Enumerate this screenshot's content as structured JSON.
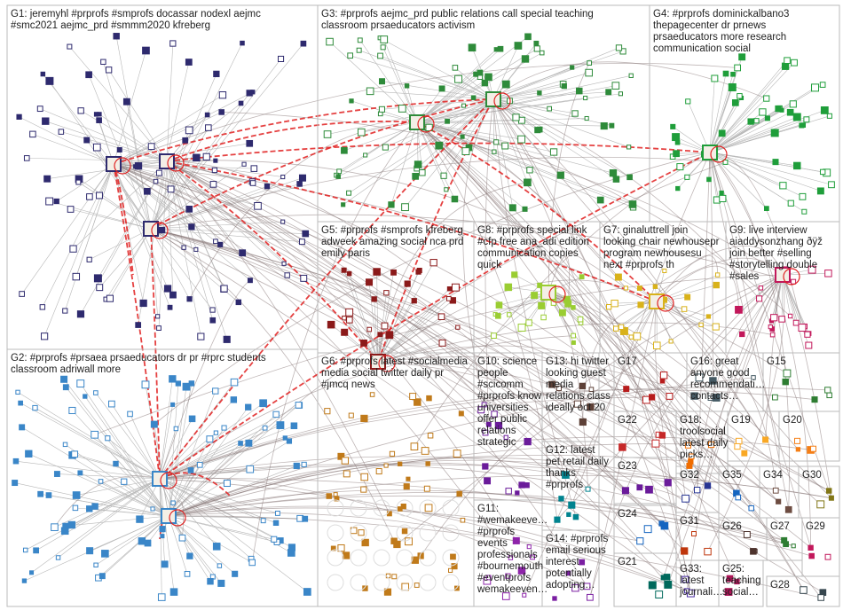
{
  "groups": [
    {
      "id": "G1",
      "lines": [
        "G1: jeremyhl #prprofs #smprofs docassar nodexl aejmc",
        "#smc2021 aejmc_prd #smmm2020 kfreberg"
      ],
      "color": "#2e2a6e"
    },
    {
      "id": "G2",
      "lines": [
        "G2: #prprofs #prsaea prsaeducators dr pr #rprc students",
        "classroom adriwall more"
      ],
      "color": "#3a86c8"
    },
    {
      "id": "G3",
      "lines": [
        "G3: #prprofs aejmc_prd public relations call special teaching",
        "classroom prsaeducators activism"
      ],
      "color": "#2e8b3a"
    },
    {
      "id": "G4",
      "lines": [
        "G4: #prprofs dominickalbano3",
        "thepagecenter dr prnews",
        "prsaeducators more research",
        "communication social"
      ],
      "color": "#1f9e3a"
    },
    {
      "id": "G5",
      "lines": [
        "G5: #prprofs #smprofs kfreberg",
        "adweek amazing social nca prd",
        "emily paris"
      ],
      "color": "#8b1a1a"
    },
    {
      "id": "G6",
      "lines": [
        "G6: #prprofs latest #socialmedia",
        "media social twitter daily pr",
        "#jmcq news"
      ],
      "color": "#c07a1a"
    },
    {
      "id": "G7",
      "lines": [
        "G7: ginaluttrell join",
        "looking chair newhousepr",
        "program newhousesu",
        "next #prprofs th"
      ],
      "color": "#d9b21a"
    },
    {
      "id": "G8",
      "lines": [
        "G8: #prprofs special link",
        "#cfp free ana_adi edition",
        "communication copies",
        "quick"
      ],
      "color": "#9acd32"
    },
    {
      "id": "G9",
      "lines": [
        "G9: live interview",
        "aiaddysonzhang ðÿž",
        "join better #selling",
        "#storytelling double",
        "#sales"
      ],
      "color": "#c2185b"
    },
    {
      "id": "G10",
      "lines": [
        "G10: science",
        "people",
        "#scicomm",
        "#prprofs know",
        "universities",
        "offer public",
        "relations",
        "strategic"
      ],
      "color": "#6a1b9a"
    },
    {
      "id": "G11",
      "lines": [
        "G11:",
        "#wemakeeve…",
        "#prprofs",
        "events",
        "professionals",
        "#bournemouth",
        "#eventprofs",
        "wemakeeven…"
      ],
      "color": "#8e24aa"
    },
    {
      "id": "G12",
      "lines": [
        "G12: latest",
        "pet retail daily",
        "thanks",
        "#prprofs"
      ],
      "color": "#00838f"
    },
    {
      "id": "G13",
      "lines": [
        "G13: hi twitter",
        "looking guest",
        "media",
        "relations class",
        "ideally oct 20"
      ],
      "color": "#5d4037"
    },
    {
      "id": "G14",
      "lines": [
        "G14: #prprofs",
        "email serious",
        "interest",
        "potentially",
        "adopting…"
      ],
      "color": "#7b1fa2"
    },
    {
      "id": "G15",
      "lines": [
        "G15"
      ],
      "color": "#2e7d32"
    },
    {
      "id": "G16",
      "lines": [
        "G16: great",
        "anyone good",
        "recommendati…",
        "contacts…"
      ],
      "color": "#455a64"
    },
    {
      "id": "G17",
      "lines": [
        "G17"
      ],
      "color": "#b71c1c"
    },
    {
      "id": "G18",
      "lines": [
        "G18:",
        "troolsocial",
        "latest daily",
        "picks…"
      ],
      "color": "#ef6c00"
    },
    {
      "id": "G19",
      "lines": [
        "G19"
      ],
      "color": "#f9a825"
    },
    {
      "id": "G20",
      "lines": [
        "G20"
      ],
      "color": "#f57f17"
    },
    {
      "id": "G21",
      "lines": [
        "G21"
      ],
      "color": "#00695c"
    },
    {
      "id": "G22",
      "lines": [
        "G22"
      ],
      "color": "#c62828"
    },
    {
      "id": "G23",
      "lines": [
        "G23"
      ],
      "color": "#6a1b9a"
    },
    {
      "id": "G24",
      "lines": [
        "G24"
      ],
      "color": "#1565c0"
    },
    {
      "id": "G25",
      "lines": [
        "G25:",
        "teaching",
        "social…"
      ],
      "color": "#ad1457"
    },
    {
      "id": "G26",
      "lines": [
        "G26"
      ],
      "color": "#4e342e"
    },
    {
      "id": "G27",
      "lines": [
        "G27"
      ],
      "color": "#2e7d32"
    },
    {
      "id": "G28",
      "lines": [
        "G28"
      ],
      "color": "#37474f"
    },
    {
      "id": "G29",
      "lines": [
        "G29"
      ],
      "color": "#c2185b"
    },
    {
      "id": "G30",
      "lines": [
        "G30"
      ],
      "color": "#827717"
    },
    {
      "id": "G31",
      "lines": [
        "G31"
      ],
      "color": "#bf360c"
    },
    {
      "id": "G32",
      "lines": [
        "G32"
      ],
      "color": "#283593"
    },
    {
      "id": "G33",
      "lines": [
        "G33:",
        "latest",
        "journali…"
      ],
      "color": "#4527a0"
    },
    {
      "id": "G34",
      "lines": [
        "G34"
      ],
      "color": "#6d4c41"
    },
    {
      "id": "G35",
      "lines": [
        "G35"
      ],
      "color": "#1565c0"
    }
  ],
  "edge_colors": {
    "light": "#b8b8b8",
    "medium": "#8a7a7a",
    "strong": "#e02020"
  }
}
